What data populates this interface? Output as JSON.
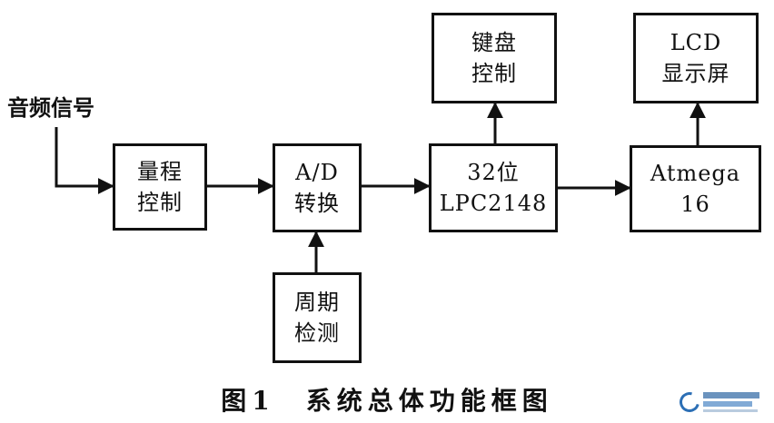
{
  "diagram": {
    "input_label": "音频信号",
    "blocks": {
      "range_control": [
        "量程",
        "控制"
      ],
      "adc": [
        "A/D",
        "转换"
      ],
      "period_detect": [
        "周期",
        "检测"
      ],
      "mcu": [
        "32位",
        "LPC2148"
      ],
      "keyboard": [
        "键盘",
        "控制"
      ],
      "atmega": [
        "Atmega",
        "16"
      ],
      "lcd": [
        "LCD",
        "显示屏"
      ]
    },
    "caption": "图1　系统总体功能框图"
  },
  "colors": {
    "line": "#111111",
    "watermark": "#2c6fb5"
  },
  "watermark_icon": "eeworld-logo"
}
